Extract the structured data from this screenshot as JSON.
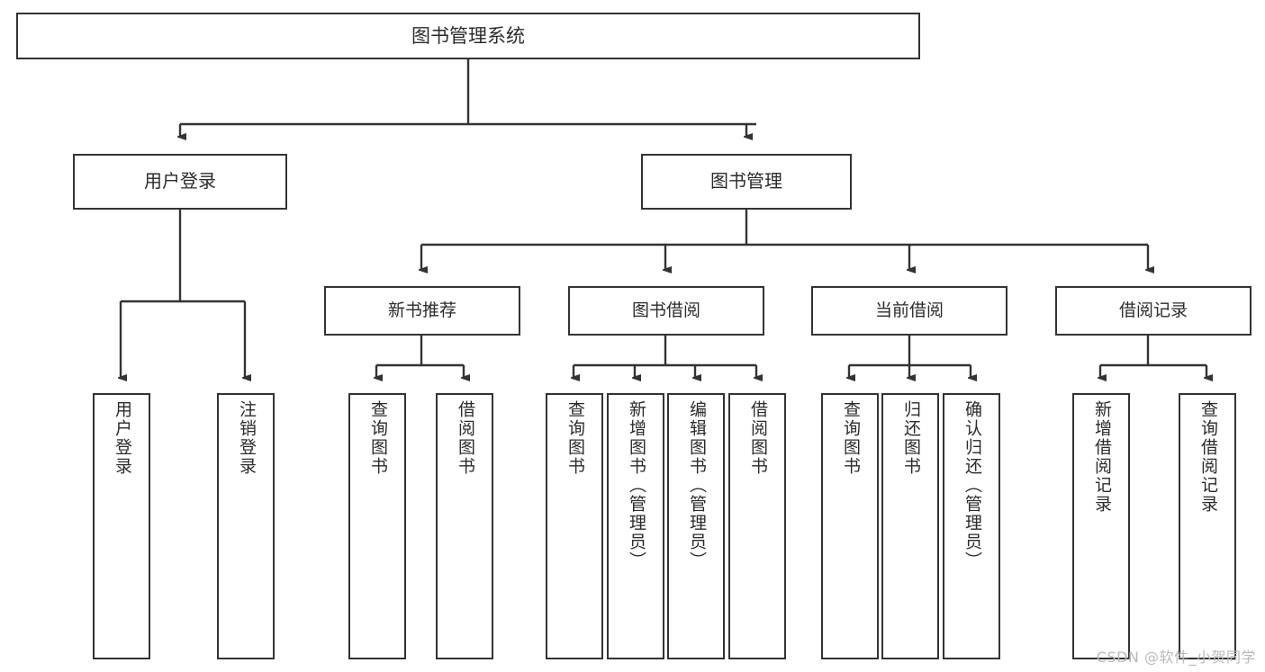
{
  "diagram": {
    "title": "图书管理系统",
    "type": "tree",
    "watermark": "CSDN @软件_小贺同学",
    "colors": {
      "stroke": "#333333",
      "fill": "#ffffff",
      "text": "#2b2b2b",
      "watermark": "#b9b9b9"
    },
    "root": {
      "label": "图书管理系统"
    },
    "level2": [
      {
        "label": "用户登录"
      },
      {
        "label": "图书管理"
      }
    ],
    "level3": [
      {
        "label": "新书推荐"
      },
      {
        "label": "图书借阅"
      },
      {
        "label": "当前借阅"
      },
      {
        "label": "借阅记录"
      }
    ],
    "leaves": {
      "user_login": [
        {
          "label": "用户登录"
        },
        {
          "label": "注销登录"
        }
      ],
      "new_book_recommend": [
        {
          "label": "查询图书"
        },
        {
          "label": "借阅图书"
        }
      ],
      "book_borrow": [
        {
          "label": "查询图书"
        },
        {
          "label": "新增图书（管理员）"
        },
        {
          "label": "编辑图书（管理员）"
        },
        {
          "label": "借阅图书"
        }
      ],
      "current_borrow": [
        {
          "label": "查询图书"
        },
        {
          "label": "归还图书"
        },
        {
          "label": "确认归还（管理员）"
        }
      ],
      "borrow_record": [
        {
          "label": "新增借阅记录"
        },
        {
          "label": "查询借阅记录"
        }
      ]
    }
  }
}
